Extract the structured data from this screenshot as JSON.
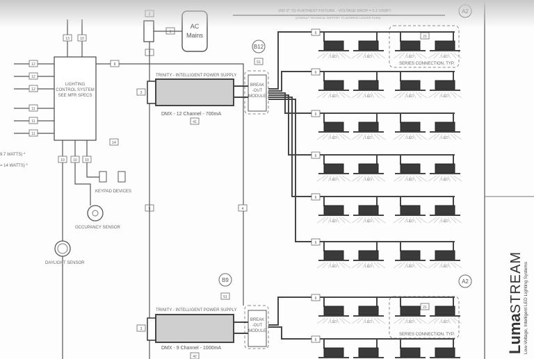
{
  "control_system": {
    "line1": "LIGHTING",
    "line2": "CONTROL SYSTEM",
    "line3": "SEE MFR SPECS"
  },
  "ac_mains": {
    "line1": "AC",
    "line2": "Mains"
  },
  "power_supply_1": {
    "title": "TRINITY - INTELLIGENT POWER SUPPLY",
    "spec": "DMX - 12 Channel - 700mA",
    "tag": "41"
  },
  "power_supply_2": {
    "title": "TRINITY - INTELLIGENT POWER SUPPLY",
    "spec": "DMX - 9 Channel - 1000mA",
    "tag": "42"
  },
  "breakout": {
    "line1": "BREAK",
    "line2": "-OUT",
    "line3": "MODULE"
  },
  "callouts": {
    "b12": "B12",
    "b9": "B9",
    "a2_top": "A2",
    "a2_bottom": "A2"
  },
  "voltage_note": "200'-0\" TO FURTHEST FIXTURE - VOLTAGE DROP = 0.2 V/50FT",
  "voltage_subnote": "(CONSULT TECHNICAL SUPPORT TO ADDRESS LONGER RUNS)",
  "series_label": "SERIES CONNECTION, TYP.",
  "fixture_label": "LED",
  "keypad_label": "KEYPAD DEVICES",
  "occupancy_label": "OCCUPANCY SENSOR",
  "daylight_label": "DAYLIGHT SENSOR",
  "watts_note_1": "9.7 WATTS) *",
  "watts_note_2": "= 14 WATTS) *",
  "tags": {
    "t1": "1",
    "t2": "2",
    "t3": "3",
    "t4": "4",
    "t5": "5",
    "t6": "6",
    "t7": "7",
    "t8": "8",
    "t10": "10",
    "t11": "11",
    "t12": "12",
    "t13": "13",
    "t14": "14",
    "t21": "21",
    "t51": "51"
  },
  "logo": {
    "brand_a": "Luma",
    "brand_b": "STREAM",
    "tagline": "Low-Voltage, Intelligent LED Lighting Systems"
  }
}
